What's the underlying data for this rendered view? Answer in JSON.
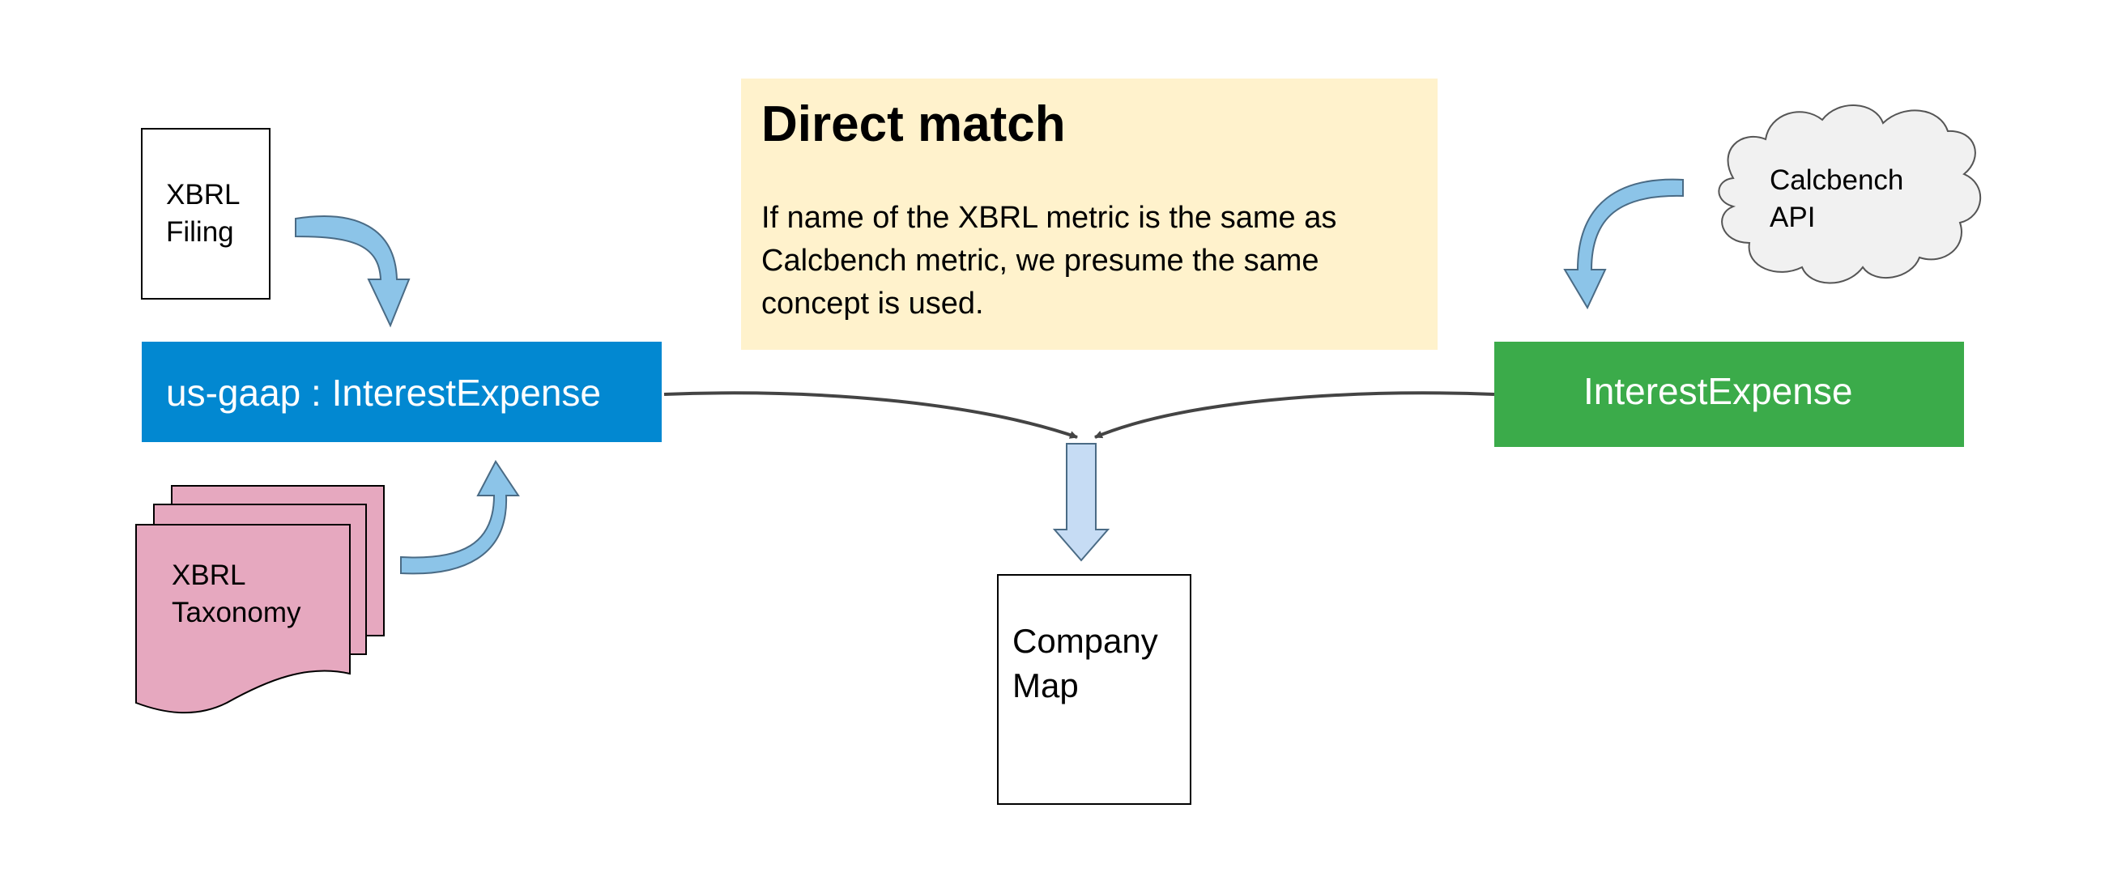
{
  "info_box": {
    "title": "Direct match",
    "body": "If name of the XBRL metric is the same as Calcbench metric, we presume the same concept is used."
  },
  "nodes": {
    "xbrl_filing": {
      "line1": "XBRL",
      "line2": "Filing"
    },
    "xbrl_taxonomy": {
      "line1": "XBRL",
      "line2": "Taxonomy"
    },
    "calcbench_api": {
      "line1": "Calcbench",
      "line2": "API"
    },
    "xbrl_metric": {
      "label": "us-gaap : InterestExpense"
    },
    "calcbench_metric": {
      "label": "InterestExpense"
    },
    "company_map": {
      "line1": "Company",
      "line2": "Map"
    }
  },
  "colors": {
    "xbrl_metric_box": "#0288d1",
    "calcbench_metric_box": "#3bab4a",
    "info_box": "#fff2cc",
    "taxonomy": "#e6a8bf",
    "arrow_fill": "#8cc4e8",
    "down_arrow_fill": "#c6dcf4",
    "connector": "#444444"
  }
}
